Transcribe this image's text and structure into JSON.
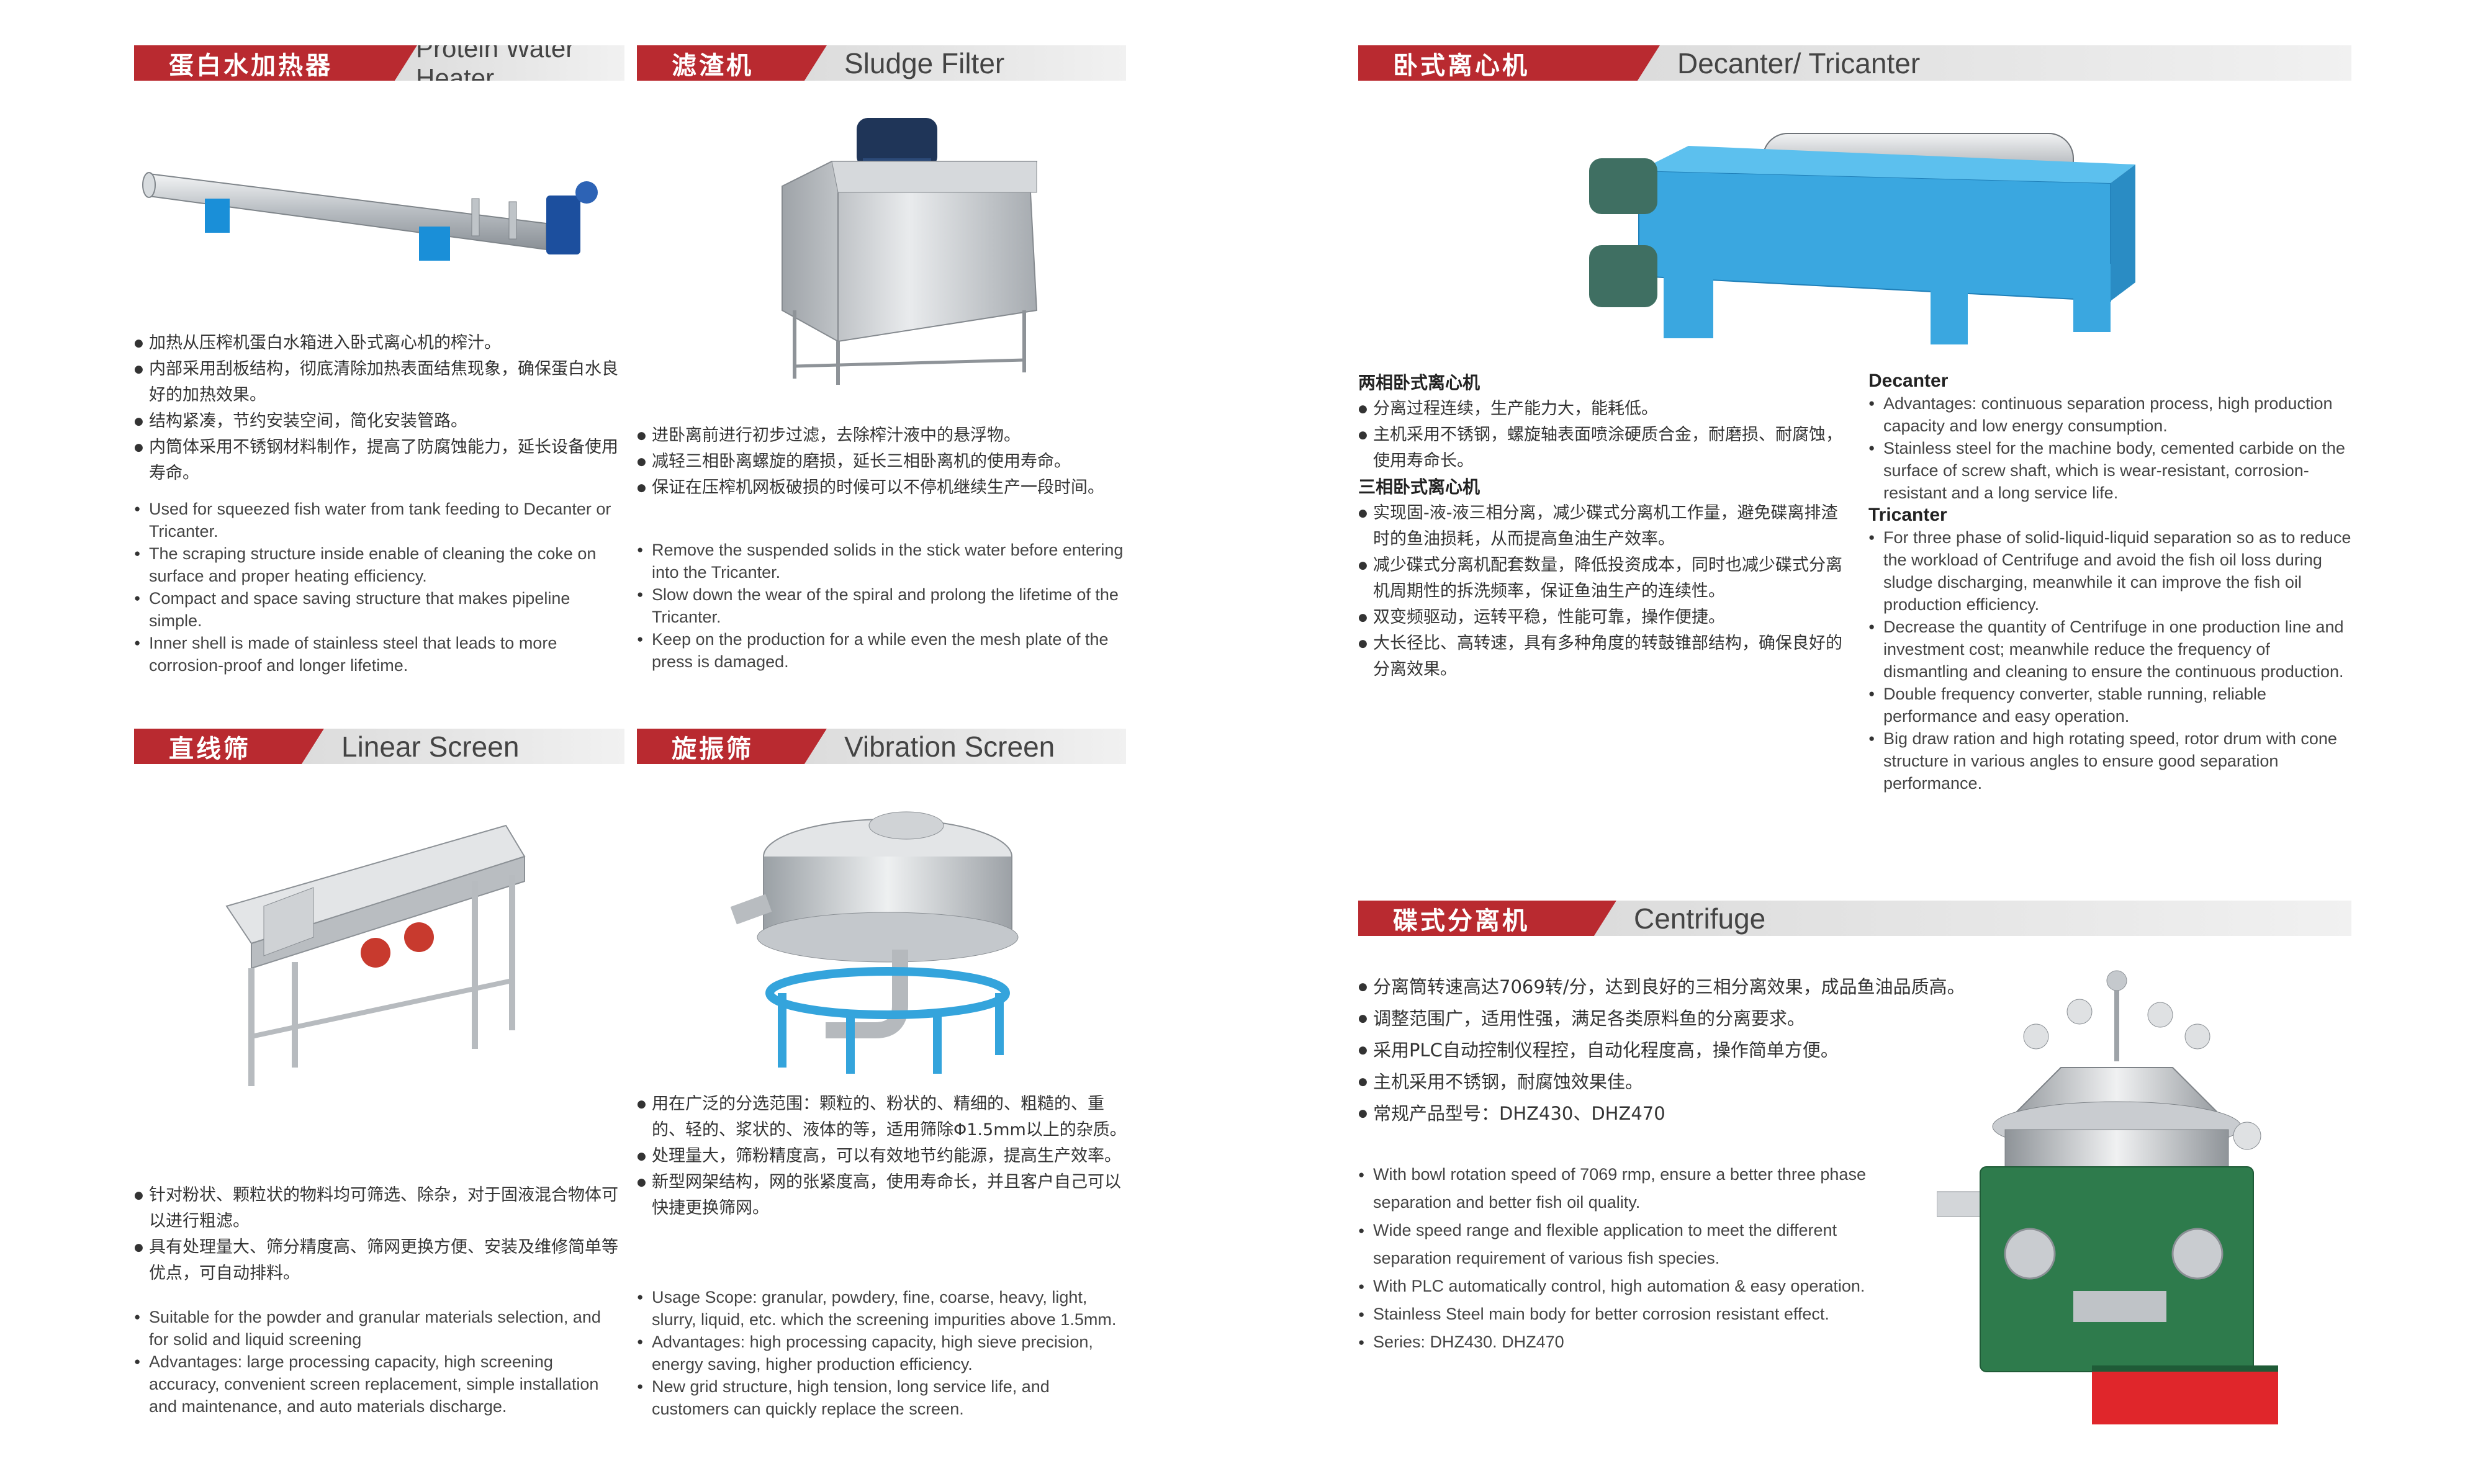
{
  "sections": {
    "water_heater": {
      "cn_title": "蛋白水加热器",
      "en_title": "Protein Water Heater",
      "cn_bullets": [
        "加热从压榨机蛋白水箱进入卧式离心机的榨汁。",
        "内部采用刮板结构，彻底清除加热表面结焦现象，确保蛋白水良好的加热效果。",
        "结构紧凑，节约安装空间，简化安装管路。",
        "内筒体采用不锈钢材料制作，提高了防腐蚀能力，延长设备使用寿命。"
      ],
      "en_bullets": [
        "Used for squeezed fish water from tank feeding to Decanter or Tricanter.",
        "The scraping structure inside enable of cleaning the coke on surface and proper heating efficiency.",
        "Compact and space saving structure that makes pipeline simple.",
        "Inner shell is made of stainless steel that leads to more corrosion-proof and longer lifetime."
      ]
    },
    "sludge_filter": {
      "cn_title": "滤渣机",
      "en_title": "Sludge Filter",
      "cn_bullets": [
        "进卧离前进行初步过滤，去除榨汁液中的悬浮物。",
        "减轻三相卧离螺旋的磨损，延长三相卧离机的使用寿命。",
        "保证在压榨机网板破损的时候可以不停机继续生产一段时间。"
      ],
      "en_bullets": [
        "Remove the suspended solids in the stick water before entering into the Tricanter.",
        "Slow down the wear of the spiral and prolong the lifetime of the Tricanter.",
        "Keep on the production for a while even the mesh plate of the press is damaged."
      ]
    },
    "decanter": {
      "cn_title": "卧式离心机",
      "en_title": "Decanter/ Tricanter",
      "cn_sub1": "两相卧式离心机",
      "cn_bullets1": [
        "分离过程连续，生产能力大，能耗低。",
        "主机采用不锈钢，螺旋轴表面喷涂硬质合金，耐磨损、耐腐蚀，使用寿命长。"
      ],
      "cn_sub2": "三相卧式离心机",
      "cn_bullets2": [
        "实现固-液-液三相分离，减少碟式分离机工作量，避免碟离排渣时的鱼油损耗，从而提高鱼油生产效率。",
        "减少碟式分离机配套数量，降低投资成本，同时也减少碟式分离机周期性的拆洗频率，保证鱼油生产的连续性。",
        "双变频驱动，运转平稳，性能可靠，操作便捷。",
        "大长径比、高转速，具有多种角度的转鼓锥部结构，确保良好的分离效果。"
      ],
      "en_sub1": "Decanter",
      "en_bullets1": [
        "Advantages: continuous separation process, high production capacity and low energy consumption.",
        "Stainless steel for the machine body, cemented carbide on the surface of screw shaft, which is wear-resistant, corrosion-resistant and a long service life."
      ],
      "en_sub2": "Tricanter",
      "en_bullets2": [
        "For three phase of solid-liquid-liquid separation so as to reduce the workload of Centrifuge and avoid the fish oil loss during sludge discharging, meanwhile it can improve the fish oil production efficiency.",
        "Decrease the quantity of Centrifuge in one production line and investment cost; meanwhile reduce the frequency of dismantling and cleaning to ensure the continuous production.",
        "Double frequency converter, stable running, reliable performance and easy operation.",
        "Big draw ration and high rotating speed, rotor drum with cone structure in various angles to ensure good separation performance."
      ]
    },
    "linear_screen": {
      "cn_title": "直线筛",
      "en_title": "Linear Screen",
      "cn_bullets": [
        "针对粉状、颗粒状的物料均可筛选、除杂，对于固液混合物体可以进行粗滤。",
        "具有处理量大、筛分精度高、筛网更换方便、安装及维修简单等优点，可自动排料。"
      ],
      "en_bullets": [
        "Suitable for the powder and granular materials selection, and for solid and liquid screening",
        "Advantages: large processing capacity, high screening accuracy, convenient screen replacement, simple installation and maintenance, and auto materials discharge."
      ]
    },
    "vibration_screen": {
      "cn_title": "旋振筛",
      "en_title": "Vibration Screen",
      "cn_bullets": [
        "用在广泛的分选范围：颗粒的、粉状的、精细的、粗糙的、重的、轻的、浆状的、液体的等，适用筛除Φ1.5mm以上的杂质。",
        "处理量大，筛粉精度高，可以有效地节约能源，提高生产效率。",
        "新型网架结构，网的张紧度高，使用寿命长，并且客户自己可以快捷更换筛网。"
      ],
      "en_bullets": [
        "Usage Scope: granular, powdery, fine, coarse, heavy, light, slurry, liquid, etc. which the screening impurities above 1.5mm.",
        "Advantages: high processing capacity, high sieve precision, energy saving, higher production efficiency.",
        "New grid structure, high tension, long service life, and customers can quickly replace the screen."
      ]
    },
    "centrifuge": {
      "cn_title": "碟式分离机",
      "en_title": "Centrifuge",
      "cn_bullets": [
        "分离筒转速高达7069转/分，达到良好的三相分离效果，成品鱼油品质高。",
        "调整范围广，适用性强，满足各类原料鱼的分离要求。",
        "采用PLC自动控制仪程控，自动化程度高，操作简单方便。",
        "主机采用不锈钢，耐腐蚀效果佳。",
        "常规产品型号：DHZ430、DHZ470"
      ],
      "en_bullets": [
        "With bowl rotation speed of 7069 rmp, ensure a better three phase separation and better fish oil quality.",
        "Wide speed range and flexible application to meet the different separation requirement of various fish species.",
        "With PLC automatically control, high automation & easy operation.",
        "Stainless Steel main body for better corrosion resistant effect.",
        "Series: DHZ430. DHZ470"
      ]
    }
  },
  "colors": {
    "header_red": "#b92a30",
    "header_grey": "#dcdcdc",
    "decanter_blue": "#3aa7e0",
    "centrifuge_green": "#2e7b4c",
    "centrifuge_base_red": "#e0262b",
    "stainless": "#c8ccd0"
  }
}
